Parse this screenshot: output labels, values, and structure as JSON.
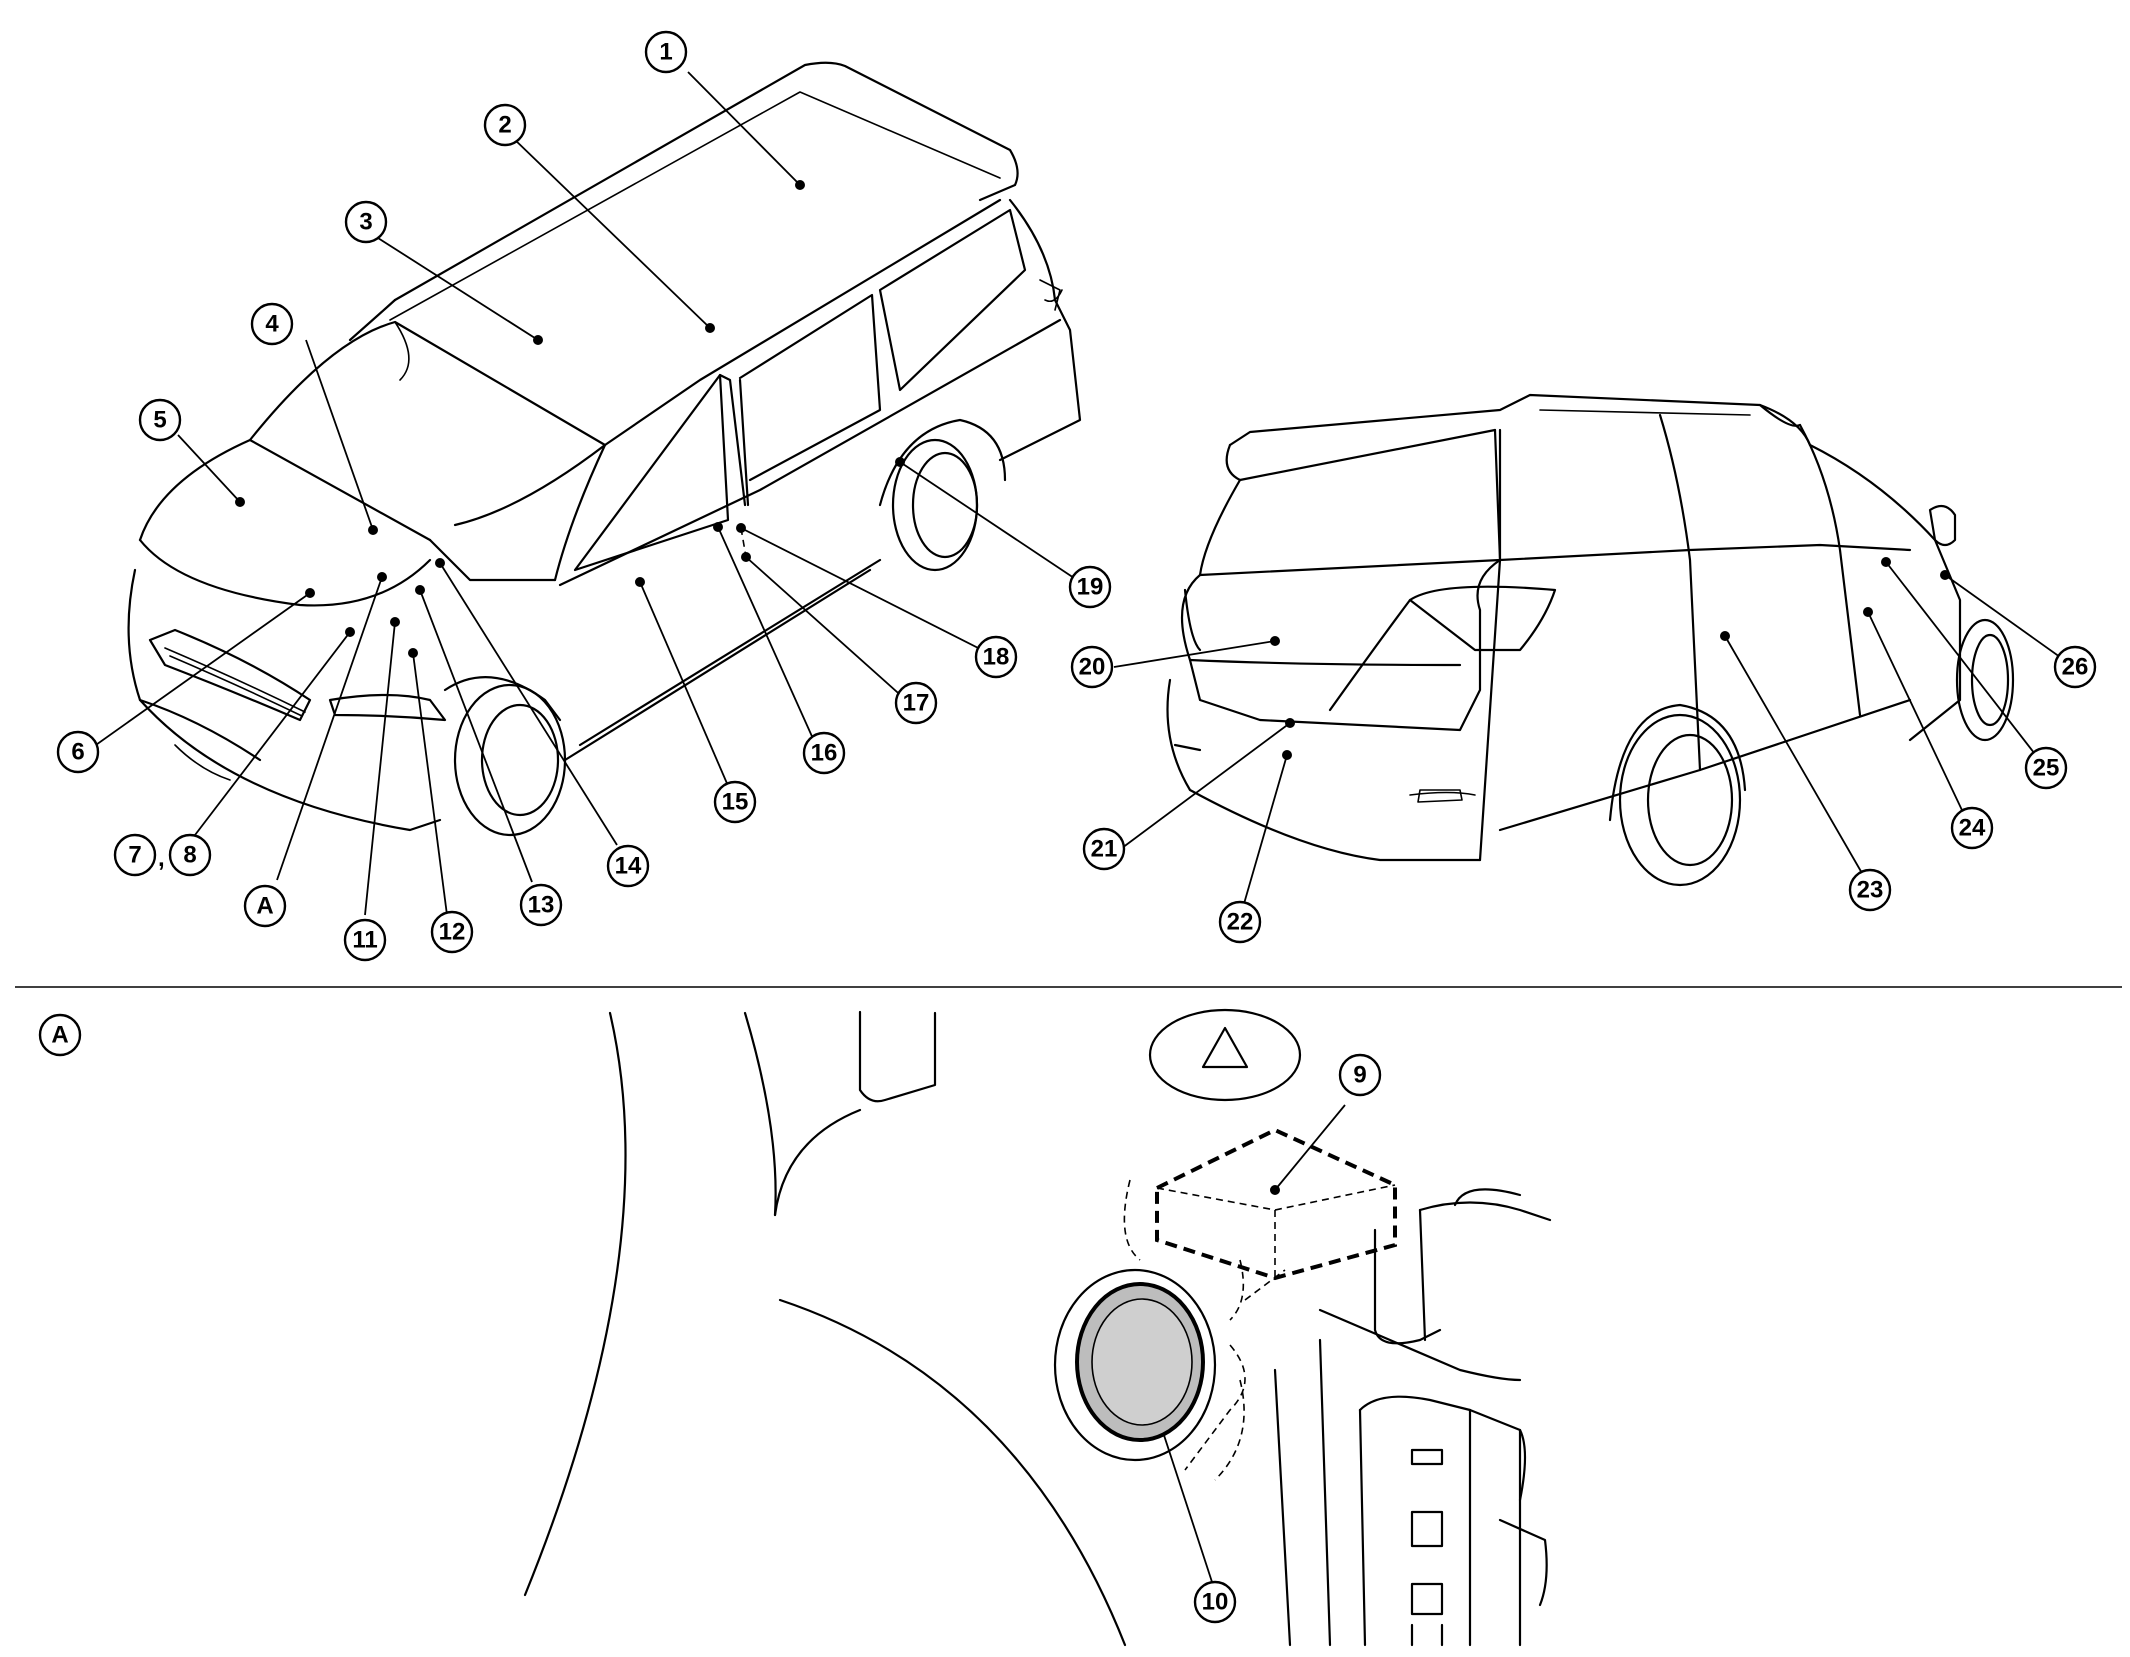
{
  "callouts": {
    "c1": "1",
    "c2": "2",
    "c3": "3",
    "c4": "4",
    "c5": "5",
    "c6": "6",
    "c7": "7",
    "c8": "8",
    "cA": "A",
    "c9": "9",
    "c10": "10",
    "c11": "11",
    "c12": "12",
    "c13": "13",
    "c14": "14",
    "c15": "15",
    "c16": "16",
    "c17": "17",
    "c18": "18",
    "c19": "19",
    "c20": "20",
    "c21": "21",
    "c22": "22",
    "c23": "23",
    "c24": "24",
    "c25": "25",
    "c26": "26"
  },
  "separator_comma": ",",
  "detail_label": "A"
}
